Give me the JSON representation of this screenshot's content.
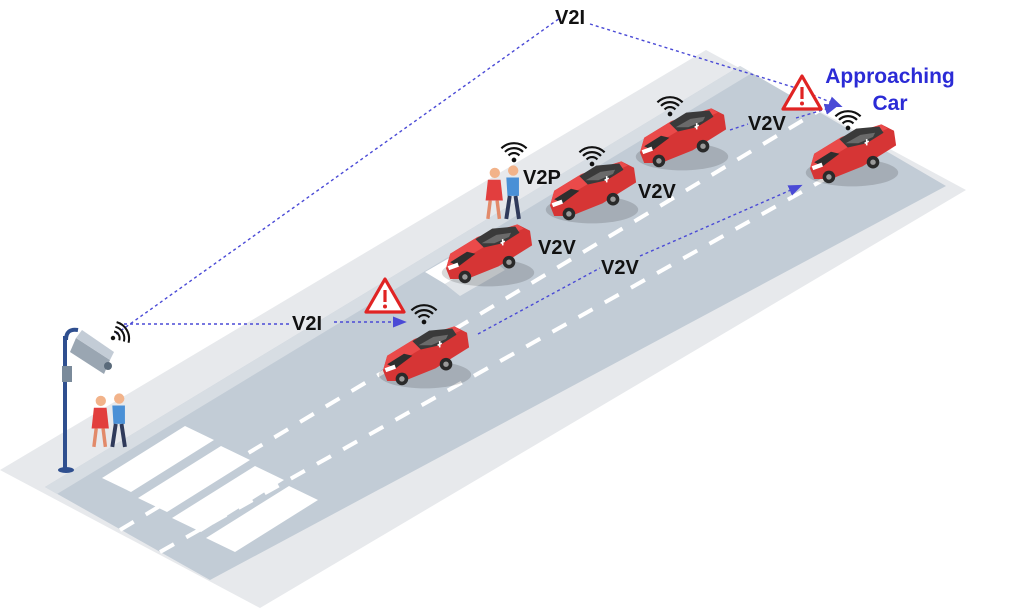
{
  "labels": {
    "v2i_top": "V2I",
    "v2i_mid": "V2I",
    "v2p": "V2P",
    "v2v_1": "V2V",
    "v2v_2": "V2V",
    "v2v_3": "V2V",
    "v2v_4": "V2V",
    "approaching_line1": "Approaching",
    "approaching_line2": "Car"
  },
  "colors": {
    "road": "#c2ccd6",
    "sidewalk": "#e7e9ec",
    "car": "#e23e3e",
    "link_line": "#4a4ad6",
    "warning": "#e02424",
    "accent_text": "#2b2bd6"
  },
  "icons": [
    "traffic-camera-icon",
    "wifi-signal-icon",
    "warning-triangle-icon",
    "car-icon",
    "pedestrian-icon"
  ]
}
